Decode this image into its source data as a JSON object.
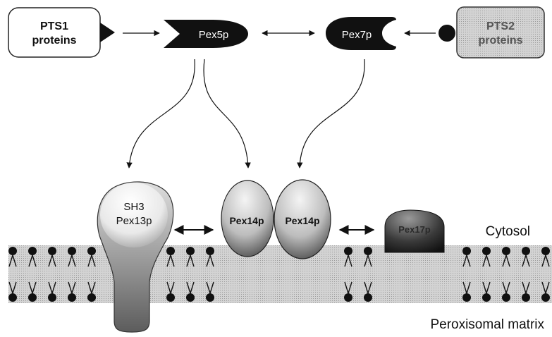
{
  "boxes": {
    "pts1": "PTS1\nproteins",
    "pts2": "PTS2\nproteins"
  },
  "receptors": {
    "pex5p": "Pex5p",
    "pex7p": "Pex7p"
  },
  "membrane_proteins": {
    "pex13p_domain": "SH3",
    "pex13p": "Pex13p",
    "pex14p_left": "Pex14p",
    "pex14p_right": "Pex14p",
    "pex17p": "Pex17p"
  },
  "compartments": {
    "cytosol": "Cytosol",
    "matrix": "Peroxisomal matrix"
  },
  "colors": {
    "receptor_fill": "#111111",
    "pts1_box_fill": "#ffffff",
    "pts2_box_fill": "#8e8e8e",
    "membrane_fill": "#cfcfcf",
    "ink": "#111111"
  }
}
